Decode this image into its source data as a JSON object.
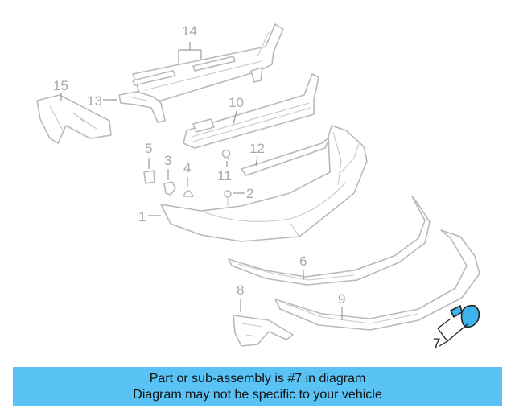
{
  "callouts": {
    "c1": "1",
    "c2": "2",
    "c3": "3",
    "c4": "4",
    "c5": "5",
    "c6": "6",
    "c7": "7",
    "c8": "8",
    "c9": "9",
    "c10": "10",
    "c11": "11",
    "c12": "12",
    "c13": "13",
    "c14": "14",
    "c15": "15"
  },
  "highlighted_part": "7",
  "colors": {
    "highlight": "#3fb3ee",
    "banner": "#59c3f5",
    "part_lines": "#b9b9b9"
  },
  "banner": {
    "line1": "Part or sub-assembly is #7 in diagram",
    "line2": "Diagram may not be specific to your vehicle"
  }
}
